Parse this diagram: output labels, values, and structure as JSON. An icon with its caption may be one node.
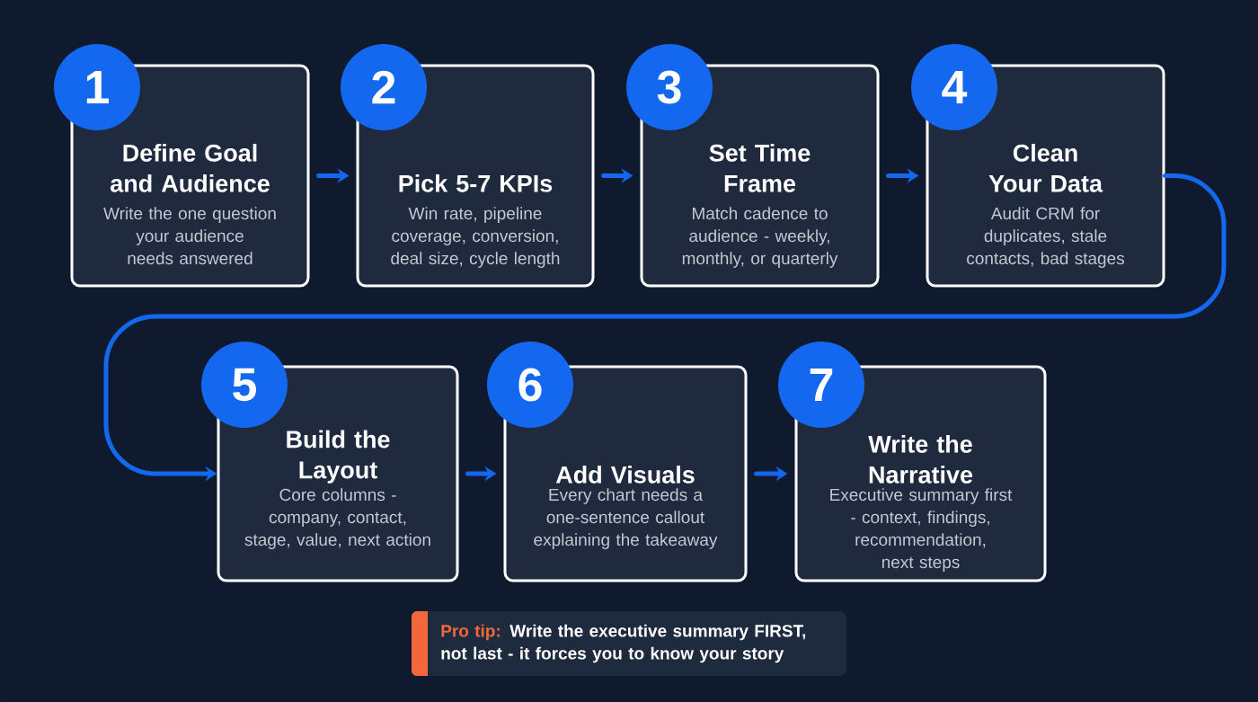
{
  "diagram": {
    "nodes": [
      {
        "text": [
          "Define Goal and Audience",
          "Write the one question your audience needs answered"
        ]
      },
      {
        "text": [
          "1"
        ]
      },
      {
        "text": [
          "Pick 5-7 KPIs",
          "Win rate, pipeline coverage, conversion, deal size, cycle length"
        ]
      },
      {
        "text": [
          "2"
        ]
      },
      {
        "text": [
          "Set Time Frame",
          "Match cadence to audience - weekly, monthly, or quarterly"
        ]
      },
      {
        "text": [
          "3"
        ]
      },
      {
        "text": [
          "Clean Your Data",
          "Audit CRM for duplicates, stale contacts, bad stages"
        ]
      },
      {
        "text": [
          "4"
        ]
      },
      {
        "text": [
          "Build the Layout",
          "Core columns - company, contact, stage, value, next action"
        ]
      },
      {
        "text": [
          "5"
        ]
      },
      {
        "text": [
          "Add Visuals",
          "Every chart needs a one-sentence callout explaining the takeaway"
        ]
      },
      {
        "text": [
          "6"
        ]
      },
      {
        "text": [
          "Write the Narrative",
          "Executive summary first - context, findings, recommendation, next steps"
        ]
      },
      {
        "text": [
          "7"
        ]
      },
      {
        "text": [
          "Pro tip:",
          "Write the executive summary FIRST, not last - it forces you to know your story"
        ]
      }
    ],
    "edges": [
      {
        "from": 0,
        "to": 2,
        "arrow": "to"
      },
      {
        "from": 2,
        "to": 4,
        "arrow": "to"
      },
      {
        "from": 4,
        "to": 6,
        "arrow": "to"
      },
      {
        "from": 6,
        "to": 8,
        "arrow": "to"
      },
      {
        "from": 8,
        "to": 10,
        "arrow": "to"
      },
      {
        "from": 10,
        "to": 12,
        "arrow": "to"
      }
    ]
  }
}
